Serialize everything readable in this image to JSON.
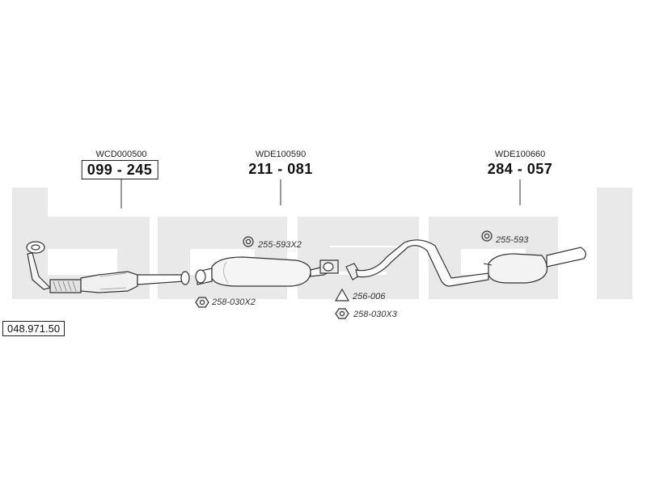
{
  "diagram": {
    "kit_number": "048.971.50",
    "watermark_colors": {
      "fill": "#e9e9e9"
    },
    "main_parts": [
      {
        "ref": "WCD000500",
        "part": "099 - 245",
        "boxed": true
      },
      {
        "ref": "WDE100590",
        "part": "211 - 081",
        "boxed": false
      },
      {
        "ref": "WDE100660",
        "part": "284 - 057",
        "boxed": false
      }
    ],
    "small_parts": [
      {
        "label": "255-593X2",
        "icon": "rubber-hanger-icon"
      },
      {
        "label": "258-030X2",
        "icon": "hex-nut-icon"
      },
      {
        "label": "256-006",
        "icon": "triangle-gasket-icon"
      },
      {
        "label": "258-030X3",
        "icon": "hex-nut-icon"
      },
      {
        "label": "255-593",
        "icon": "rubber-hanger-icon"
      }
    ]
  }
}
